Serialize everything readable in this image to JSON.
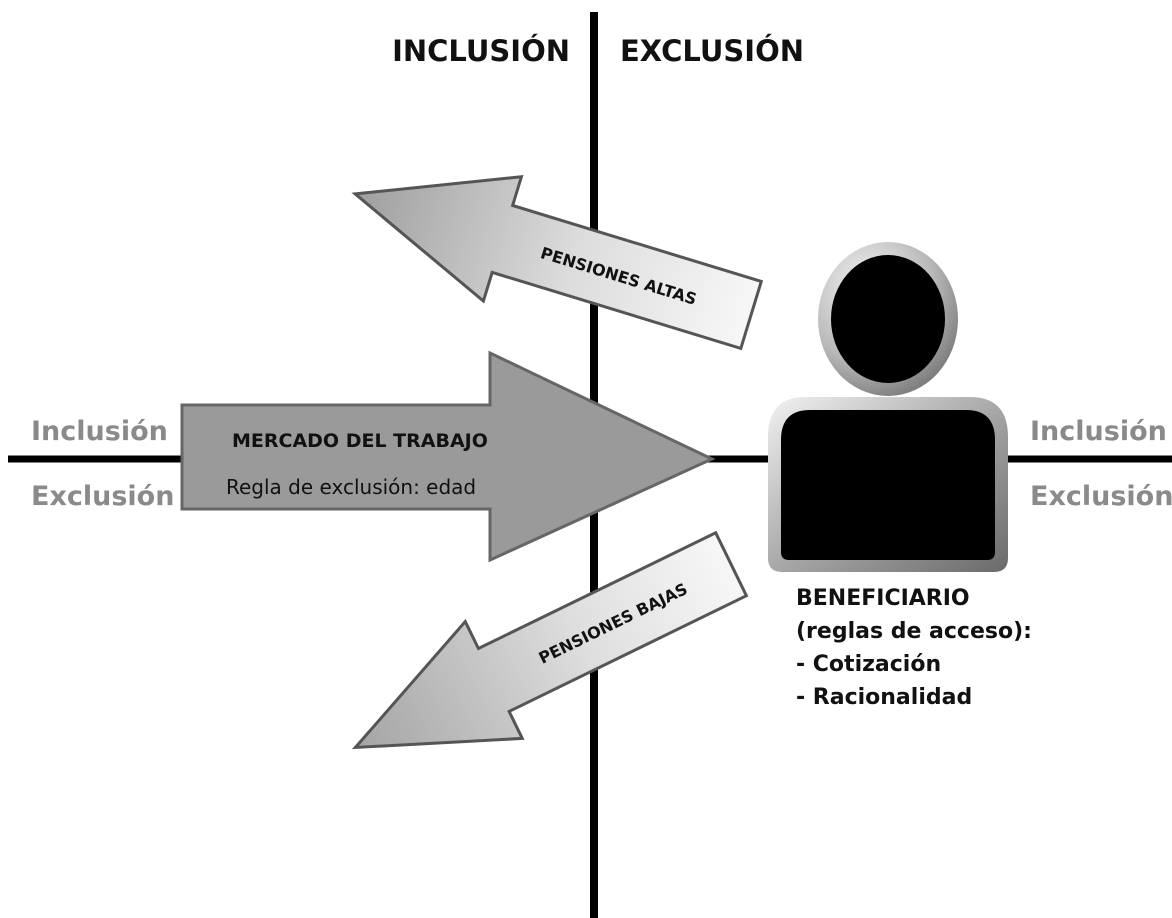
{
  "headers": {
    "left": "INCLUSIÓN",
    "right": "EXCLUSIÓN"
  },
  "side_labels": {
    "left_top": "Inclusión",
    "left_bottom": "Exclusión",
    "right_top": "Inclusión",
    "right_bottom": "Exclusión"
  },
  "arrows": {
    "pensiones_altas": "PENSIONES ALTAS",
    "pensiones_bajas": "PENSIONES BAJAS",
    "mercado_title": "MERCADO DEL TRABAJO",
    "mercado_rule": "Regla de exclusión: edad"
  },
  "beneficiario": {
    "lines": [
      "BENEFICIARIO",
      "(reglas de acceso):",
      "- Cotización",
      "- Racionalidad"
    ]
  },
  "colors": {
    "axis": "#000000",
    "side_label": "#8a8a8a",
    "arrow_fill": "#9a9a9a",
    "figure_fill": "#000000"
  }
}
